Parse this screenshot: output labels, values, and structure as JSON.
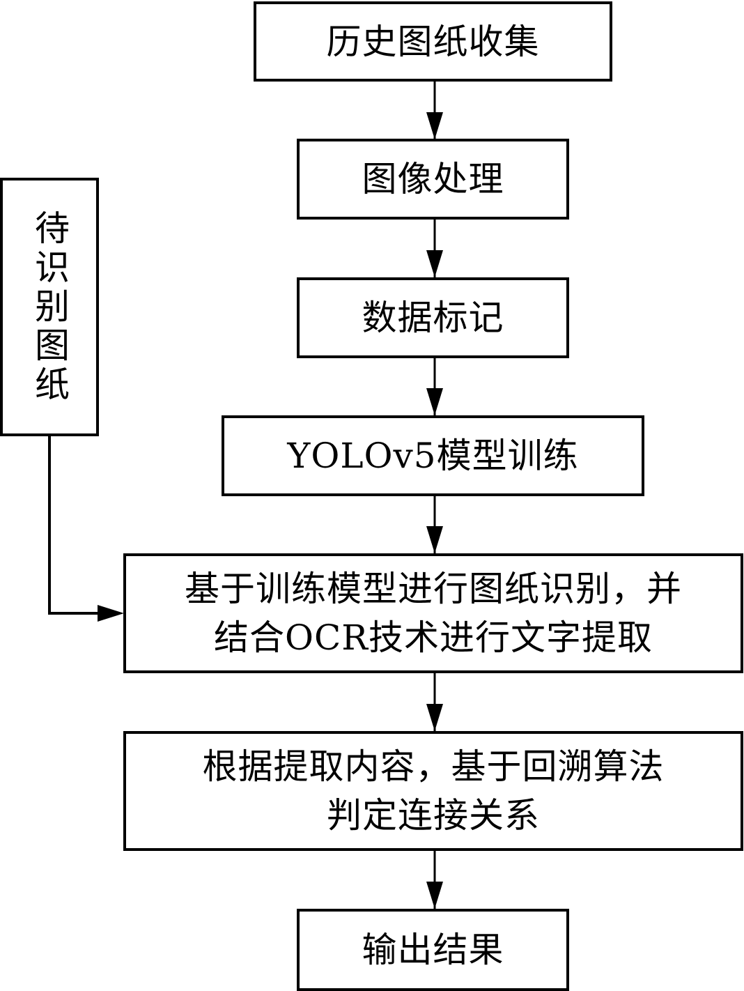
{
  "diagram": {
    "type": "flowchart",
    "nodes": [
      {
        "id": "n1",
        "label": "历史图纸收集"
      },
      {
        "id": "n2",
        "label": "图像处理"
      },
      {
        "id": "n3",
        "label": "数据标记"
      },
      {
        "id": "n4",
        "label": "YOLOv5模型训练"
      },
      {
        "id": "n5",
        "label": "基于训练模型进行图纸识别，并\n结合OCR技术进行文字提取"
      },
      {
        "id": "n6",
        "label": "根据提取内容，基于回溯算法\n判定连接关系"
      },
      {
        "id": "n7",
        "label": "输出结果"
      }
    ],
    "side_input": {
      "id": "side",
      "label": "待识别图纸"
    },
    "edges": [
      {
        "from": "n1",
        "to": "n2"
      },
      {
        "from": "n2",
        "to": "n3"
      },
      {
        "from": "n3",
        "to": "n4"
      },
      {
        "from": "n4",
        "to": "n5"
      },
      {
        "from": "side",
        "to": "n5"
      },
      {
        "from": "n5",
        "to": "n6"
      },
      {
        "from": "n6",
        "to": "n7"
      }
    ],
    "colors": {
      "stroke": "#000000",
      "fill": "#ffffff",
      "text": "#000000"
    }
  }
}
